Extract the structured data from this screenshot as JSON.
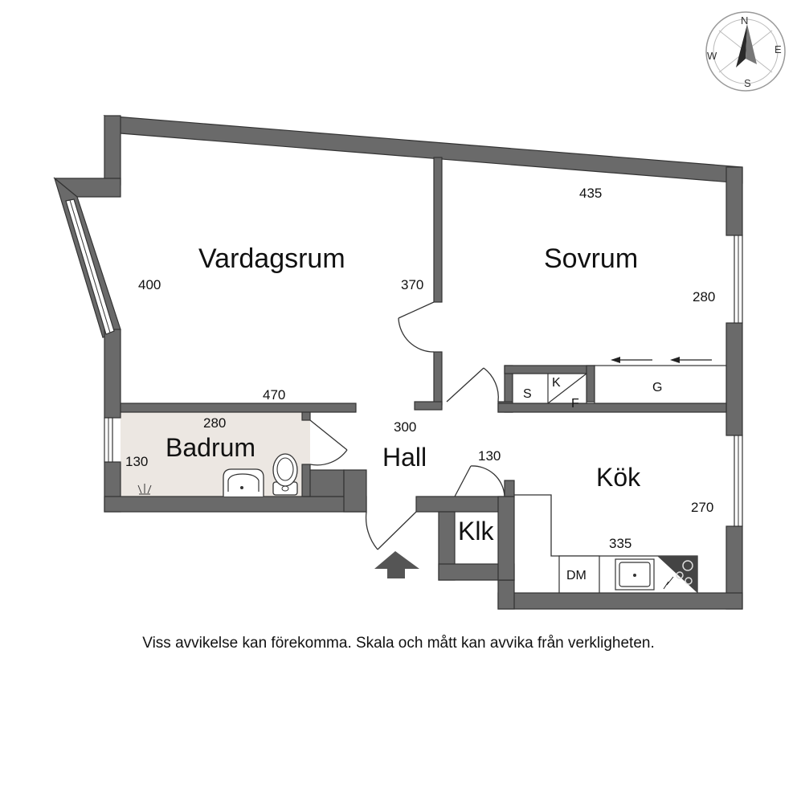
{
  "rooms": {
    "vardagsrum": "Vardagsrum",
    "sovrum": "Sovrum",
    "badrum": "Badrum",
    "hall": "Hall",
    "kok": "Kök",
    "klk": "Klk"
  },
  "dimensions": {
    "vardagsrum_height": "400",
    "vardagsrum_width": "470",
    "vardagsrum_wall": "370",
    "sovrum_width": "435",
    "sovrum_height": "280",
    "badrum_width": "280",
    "badrum_height": "130",
    "hall": "300",
    "klk": "130",
    "kok_height": "270",
    "kok_width": "335"
  },
  "fixtures": {
    "s": "S",
    "k": "K",
    "f": "F",
    "g": "G",
    "dm": "DM"
  },
  "compass": {
    "n": "N",
    "e": "E",
    "s": "S",
    "w": "W"
  },
  "disclaimer": "Viss avvikelse kan förekomma. Skala och mått kan avvika från verkligheten.",
  "colors": {
    "wall": "#6a6a6a",
    "bathroom_floor": "#ece7e2"
  }
}
